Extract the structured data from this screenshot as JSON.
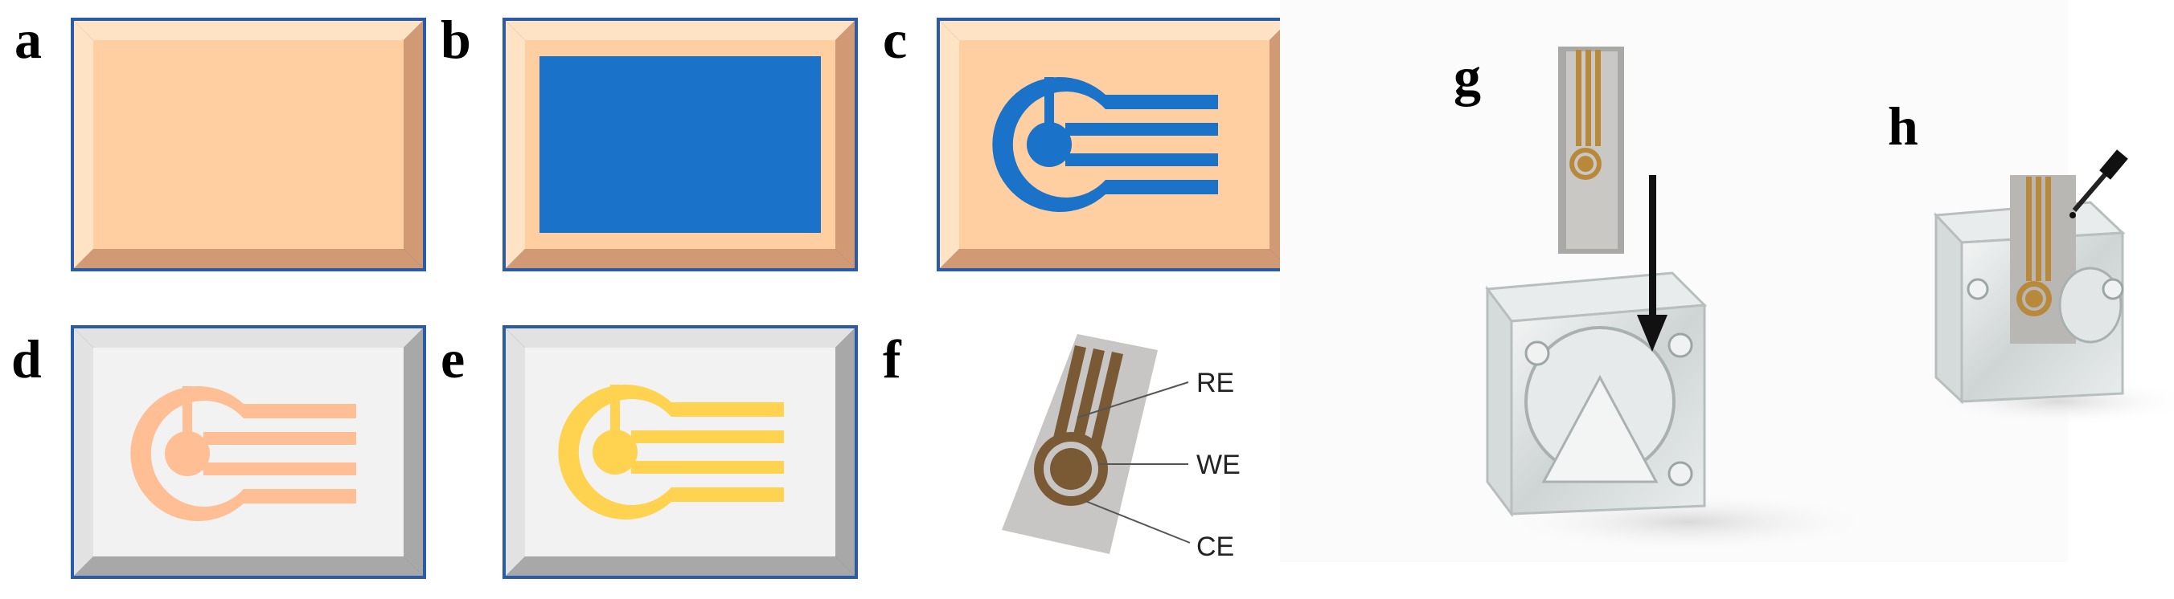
{
  "panels": {
    "a": {
      "label": "a"
    },
    "b": {
      "label": "b"
    },
    "c": {
      "label": "c"
    },
    "d": {
      "label": "d"
    },
    "e": {
      "label": "e"
    },
    "f": {
      "label": "f"
    },
    "g": {
      "label": "g"
    },
    "h": {
      "label": "h"
    }
  },
  "electrode_labels": {
    "re": "RE",
    "we": "WE",
    "ce": "CE"
  },
  "colors": {
    "substrate_face": "#FFCFA1",
    "substrate_bevel_dark": "#D29A74",
    "substrate_bevel_light": "#FFE3C4",
    "frame_border": "#2A5BA8",
    "conductive_blue": "#1A73C9",
    "white_substrate": "#F2F2F2",
    "white_bevel_dark": "#A8A8A8",
    "white_bevel_light": "#E2E2E2",
    "silver_pattern": "#FFBE93",
    "gold_pattern": "#FFD24F",
    "strip_base": "#C8C6C4",
    "strip_trace": "#7A5A34"
  }
}
